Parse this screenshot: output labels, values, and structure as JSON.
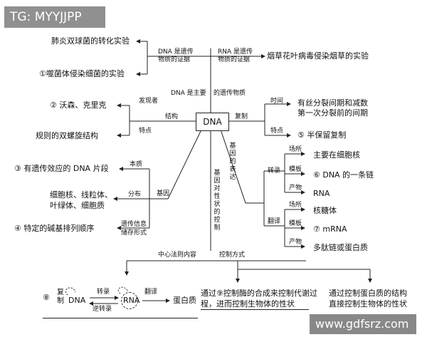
{
  "watermark_top": "TG: MYYJJPP",
  "watermark_bottom": "www.gdfsrz.com",
  "center": "DNA",
  "top_left": {
    "item1": "肺炎双球菌的转化实验",
    "item2": "①噬菌体侵染细菌的实验",
    "evidence_dna": "DNA 是遗传\n物质的证据"
  },
  "top_right": {
    "evidence_rna": "RNA 是遗传\n物质的证据",
    "item": "烟草花叶病毒侵染烟草的实验"
  },
  "main_genetic": "DNA 是主要",
  "main_genetic2": "的遗传物质",
  "structure": {
    "label": "结构",
    "discoverer_label": "发现者",
    "discoverer": "② 沃森、克里克",
    "feature_label": "特点",
    "feature": "规则的双螺旋结构"
  },
  "replication": {
    "label": "复制",
    "time_label": "时间",
    "time": "有丝分裂间期和减数\n第一次分裂前的间期",
    "feature_label": "特点",
    "feature": "⑤ 半保留复制"
  },
  "gene": {
    "label": "基因",
    "essence_label": "本质",
    "essence": "③ 有遗传效应的 DNA 片段",
    "distribution_label": "分布",
    "distribution": "细胞核、线粒体、\n叶绿体、细胞质",
    "info_label": "遗传信息\n储存形式",
    "info": "④ 特定的碱基排列顺序"
  },
  "expression": {
    "label": "基因的表达",
    "transcription": "转录",
    "translation": "翻译",
    "t_site_label": "场所",
    "t_site": "主要在细胞核",
    "t_template_label": "模板",
    "t_template": "⑥ DNA 的一条链",
    "t_product_label": "产物",
    "t_product": "RNA",
    "tr_site_label": "场所",
    "tr_site": "核糖体",
    "tr_template_label": "模板",
    "tr_template": "⑦ mRNA",
    "tr_product_label": "产物",
    "tr_product": "多肽链或蛋白质"
  },
  "control": {
    "label": "基因对性状的控制",
    "central_dogma": "中心法则内容",
    "methods": "控制方式",
    "num8": "⑧",
    "copy": "复制",
    "dna": "DNA",
    "rna": "RNA",
    "transcribe": "转录",
    "reverse": "逆转录",
    "translate": "翻译",
    "protein": "蛋白质",
    "method1": "通过⑨控制酶的合成来控制代谢过\n程，进而控制生物体的性状",
    "method2": "通过控制蛋白质的结构\n直接控制生物体的性状"
  }
}
